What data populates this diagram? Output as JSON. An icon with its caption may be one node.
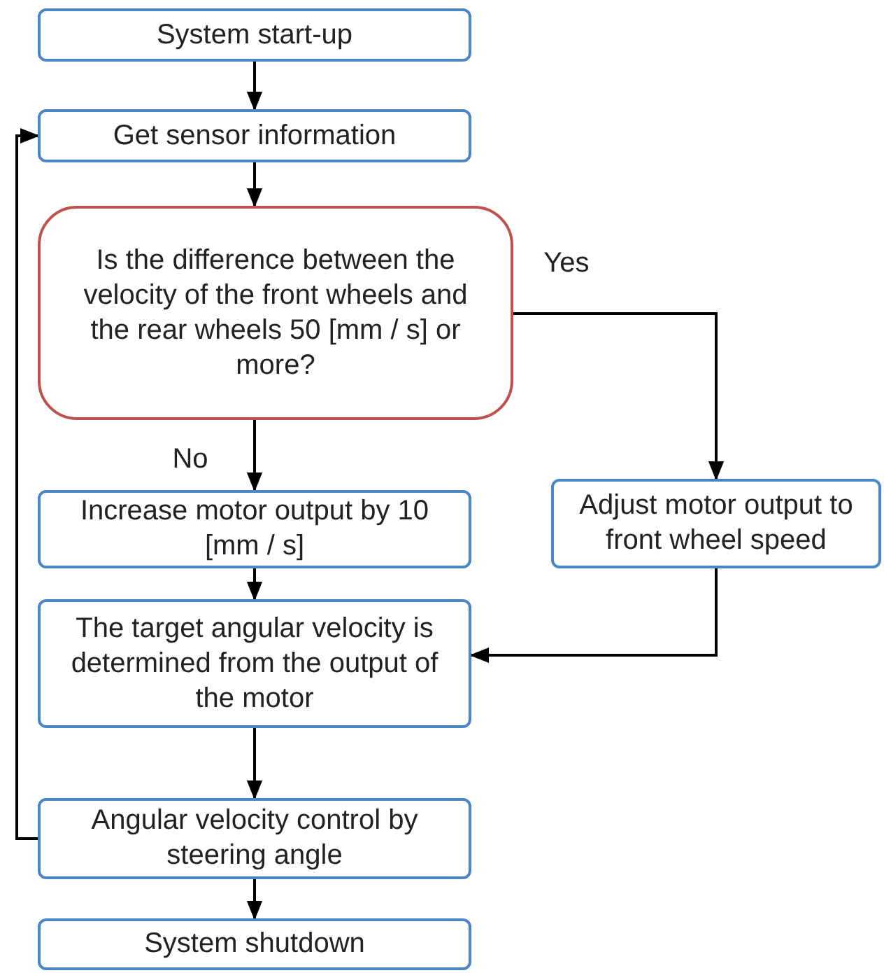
{
  "diagram": {
    "nodes": [
      {
        "text": [
          "System start-up"
        ]
      },
      {
        "text": [
          "Get sensor information"
        ]
      },
      {
        "text": [
          "Is the difference between the velocity of the front wheels and the rear wheels 50 [mm / s] or more?"
        ]
      },
      {
        "text": [
          "Increase motor output by 10 [mm / s]"
        ]
      },
      {
        "text": [
          "Adjust motor output to front wheel speed"
        ]
      },
      {
        "text": [
          "The target angular velocity is determined from the output of the motor"
        ]
      },
      {
        "text": [
          "Angular velocity control by steering angle"
        ]
      },
      {
        "text": [
          "System shutdown"
        ]
      }
    ],
    "edges": [
      {
        "from": 0,
        "to": 1,
        "arrow": "to"
      },
      {
        "from": 1,
        "to": 2,
        "arrow": "to"
      },
      {
        "from": 2,
        "to": 3,
        "arrow": "to",
        "label": "No"
      },
      {
        "from": 2,
        "to": 4,
        "arrow": "to",
        "label": "Yes"
      },
      {
        "from": 3,
        "to": 5,
        "arrow": "to"
      },
      {
        "from": 4,
        "to": 5,
        "arrow": "to"
      },
      {
        "from": 5,
        "to": 6,
        "arrow": "to"
      },
      {
        "from": 6,
        "to": 7,
        "arrow": "to"
      },
      {
        "from": 6,
        "to": 1,
        "arrow": "to"
      }
    ]
  }
}
